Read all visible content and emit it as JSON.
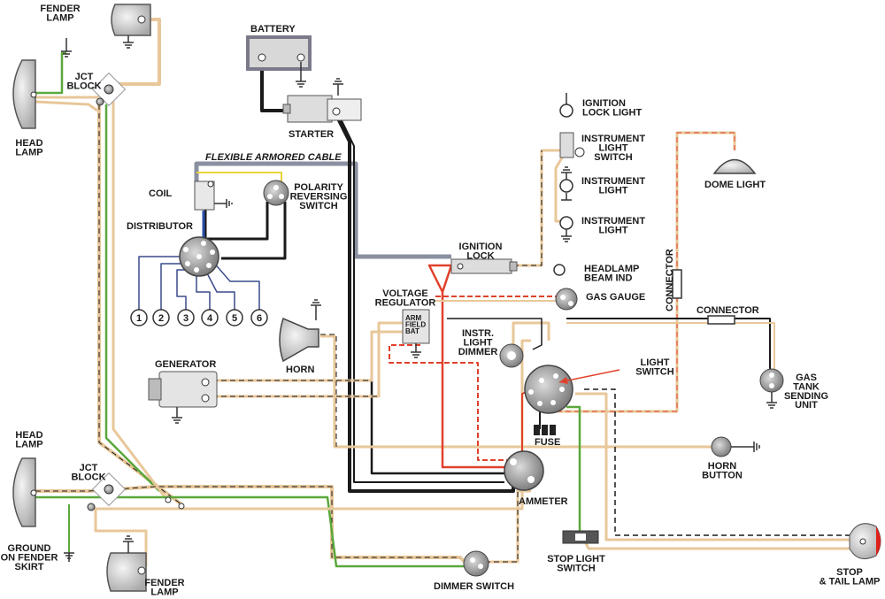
{
  "labels": {
    "fender_lamp_top": "FENDER\nLAMP",
    "jct_block_top": "JCT\nBLOCK",
    "head_lamp_top": "HEAD\nLAMP",
    "battery": "BATTERY",
    "starter": "STARTER",
    "flexible_cable": "FLEXIBLE ARMORED CABLE",
    "coil": "COIL",
    "polarity_switch": "POLARITY\nREVERSING\nSWITCH",
    "distributor": "DISTRIBUTOR",
    "ignition_lock_light": "IGNITION\nLOCK LIGHT",
    "instrument_light_switch": "INSTRUMENT\nLIGHT\nSWITCH",
    "instrument_light_1": "INSTRUMENT\nLIGHT",
    "instrument_light_2": "INSTRUMENT\nLIGHT",
    "dome_light": "DOME LIGHT",
    "ignition_lock": "IGNITION\nLOCK",
    "headlamp_beam_ind": "HEADLAMP\nBEAM IND",
    "gas_gauge": "GAS GAUGE",
    "connector_vertical": "CONNECTOR",
    "connector_horizontal": "CONNECTOR",
    "voltage_regulator": "VOLTAGE\nREGULATOR",
    "regulator_terminals": "ARM\nFIELD\nBAT",
    "horn": "HORN",
    "instr_light_dimmer": "INSTR.\nLIGHT\nDIMMER",
    "light_switch": "LIGHT\nSWITCH",
    "generator": "GENERATOR",
    "gas_tank_unit": "GAS\nTANK\nSENDING\nUNIT",
    "fuse": "FUSE",
    "horn_button": "HORN\nBUTTON",
    "head_lamp_bottom": "HEAD\nLAMP",
    "jct_block_bottom": "JCT\nBLOCK",
    "ammeter": "AMMETER",
    "ground_fender": "GROUND\nON FENDER\nSKIRT",
    "stop_light_switch": "STOP LIGHT\nSWITCH",
    "fender_lamp_bottom": "FENDER\nLAMP",
    "dimmer_switch": "DIMMER SWITCH",
    "stop_tail_lamp": "STOP\n& TAIL LAMP"
  },
  "distributor_terminals": [
    "1",
    "2",
    "3",
    "4",
    "5",
    "6"
  ],
  "wire_colors": {
    "black": "#1a1a1a",
    "tan": "#e8c79a",
    "green": "#5aa83c",
    "red": "#e0412b",
    "blue": "#2b4fa8",
    "navy": "#3a4a8a",
    "yellow": "#e8d23a",
    "armored": "#8a90a0"
  }
}
